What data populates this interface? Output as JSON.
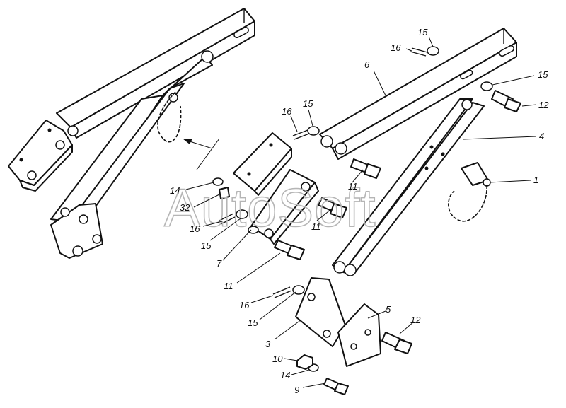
{
  "watermark": "AutoSoft",
  "callouts": {
    "c1": "1",
    "c3": "3",
    "c4": "4",
    "c5": "5",
    "c6": "6",
    "c7": "7",
    "c9": "9",
    "c10": "10",
    "c11a": "11",
    "c11b": "11",
    "c11c": "11",
    "c12a": "12",
    "c12b": "12",
    "c14a": "14",
    "c14b": "14",
    "c15a": "15",
    "c15b": "15",
    "c15c": "15",
    "c15d": "15",
    "c15e": "15",
    "c16a": "16",
    "c16b": "16",
    "c16c": "16",
    "c16d": "16",
    "c32": "32"
  }
}
